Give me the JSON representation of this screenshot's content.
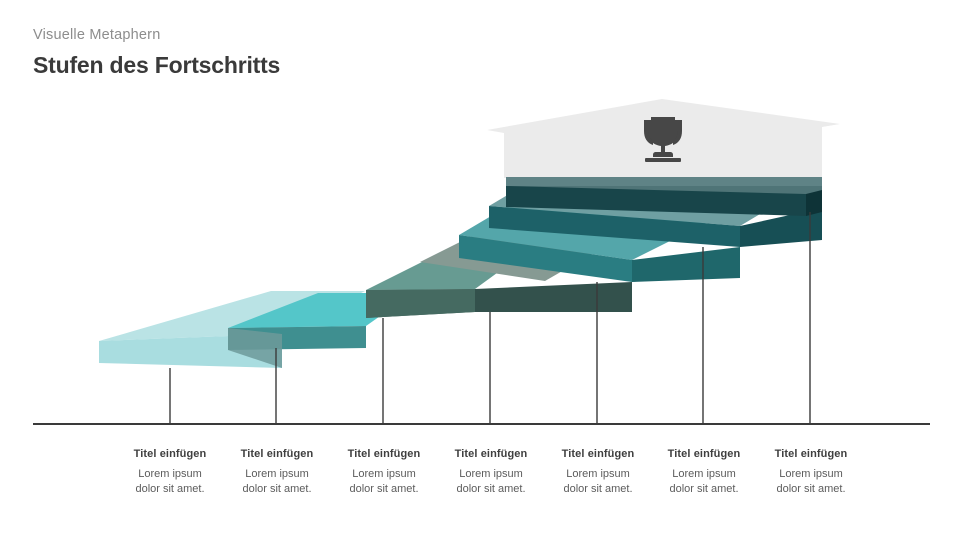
{
  "header": {
    "eyebrow": "Visuelle Metaphern",
    "title": "Stufen des Fortschritts"
  },
  "graphic": {
    "type": "3d-staircase-infographic",
    "banner_icon": "trophy-icon",
    "banner_color": "#ebebeb",
    "baseline_color": "#3a3a3a",
    "leader_line_color": "#3a3a3a",
    "steps": [
      {
        "index": 1,
        "top_color": "#bae3e5",
        "front_color": "#a9dde0",
        "side_color": "#7fb6b8"
      },
      {
        "index": 2,
        "top_color": "#54c6c9",
        "front_color": "#3f8f90",
        "side_color": "#6d9a9a"
      },
      {
        "index": 3,
        "top_color": "#679b92",
        "front_color": "#456a61",
        "side_color": "#55817a"
      },
      {
        "index": 4,
        "top_color": "#869a93",
        "front_color": "#33514c",
        "side_color": "#2b443f"
      },
      {
        "index": 5,
        "top_color": "#54a6aa",
        "front_color": "#2a7d82",
        "side_color": "#1f676b"
      },
      {
        "index": 6,
        "top_color": "#6f9fa2",
        "front_color": "#1d6168",
        "side_color": "#174f55"
      },
      {
        "index": 7,
        "top_color": "#5f8386",
        "front_color": "#18454a",
        "side_color": "#0e3337"
      }
    ]
  },
  "captions": [
    {
      "title": "Titel einfügen",
      "body": "Lorem ipsum\ndolor sit amet."
    },
    {
      "title": "Titel einfügen",
      "body": "Lorem ipsum\ndolor sit amet."
    },
    {
      "title": "Titel einfügen",
      "body": "Lorem ipsum\ndolor sit amet."
    },
    {
      "title": "Titel einfügen",
      "body": "Lorem ipsum\ndolor sit amet."
    },
    {
      "title": "Titel einfügen",
      "body": "Lorem ipsum\ndolor sit amet."
    },
    {
      "title": "Titel einfügen",
      "body": "Lorem ipsum\ndolor sit amet."
    },
    {
      "title": "Titel einfügen",
      "body": "Lorem ipsum\ndolor sit amet."
    }
  ],
  "caption_lines": {
    "l1": "Lorem ipsum",
    "l2": "dolor sit amet."
  }
}
